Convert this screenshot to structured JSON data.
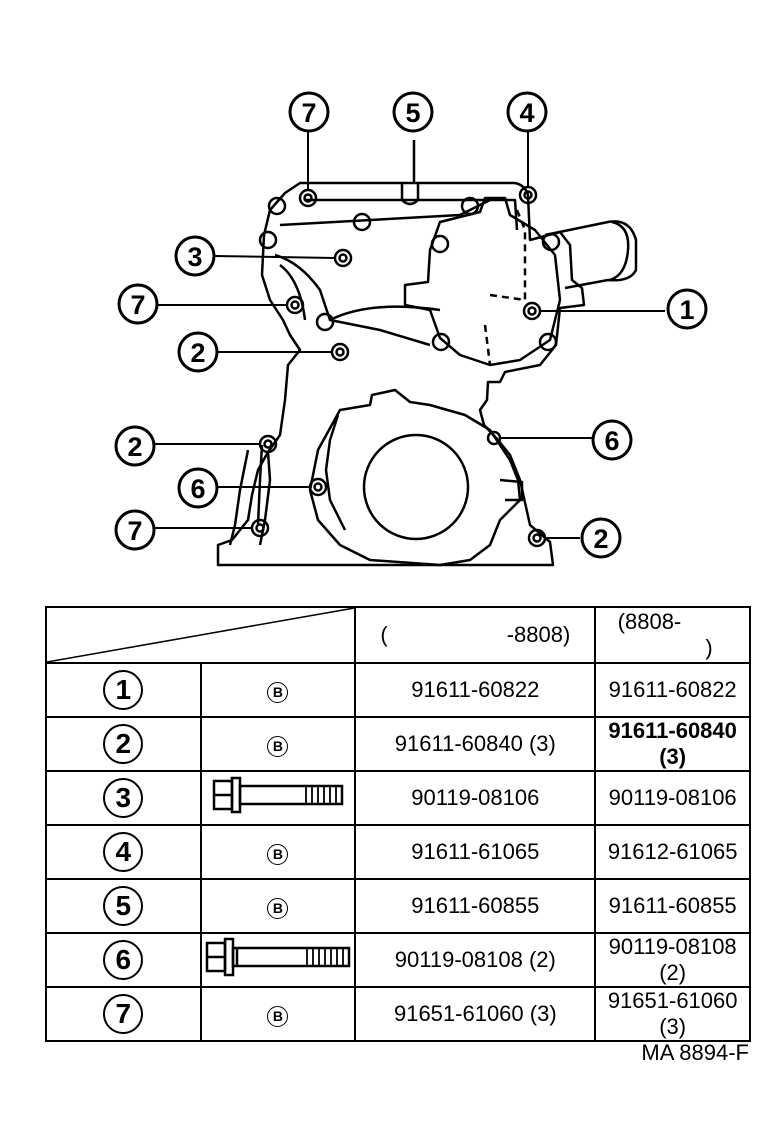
{
  "callouts": [
    "7",
    "5",
    "4",
    "3",
    "7",
    "2",
    "2",
    "6",
    "7",
    "1",
    "6",
    "2"
  ],
  "table": {
    "header": {
      "col1_open": "(",
      "col1_close": "-8808)",
      "col2_open": "(8808-",
      "col2_close": ")"
    },
    "rows": [
      {
        "num": "1",
        "symbol": "B",
        "pn1": "91611-60822",
        "pn2": "91611-60822"
      },
      {
        "num": "2",
        "symbol": "B",
        "pn1": "91611-60840 (3)",
        "pn2": "91611-60840 (3)"
      },
      {
        "num": "3",
        "symbol": "bolt",
        "pn1": "90119-08106",
        "pn2": "90119-08106"
      },
      {
        "num": "4",
        "symbol": "B",
        "pn1": "91611-61065",
        "pn2": "91612-61065"
      },
      {
        "num": "5",
        "symbol": "B",
        "pn1": "91611-60855",
        "pn2": "91611-60855"
      },
      {
        "num": "6",
        "symbol": "bolt-long",
        "pn1": "90119-08108 (2)",
        "pn2": "90119-08108 (2)"
      },
      {
        "num": "7",
        "symbol": "B",
        "pn1": "91651-61060 (3)",
        "pn2": "91651-61060 (3)"
      }
    ]
  },
  "diagram_code": "MA 8894-F"
}
